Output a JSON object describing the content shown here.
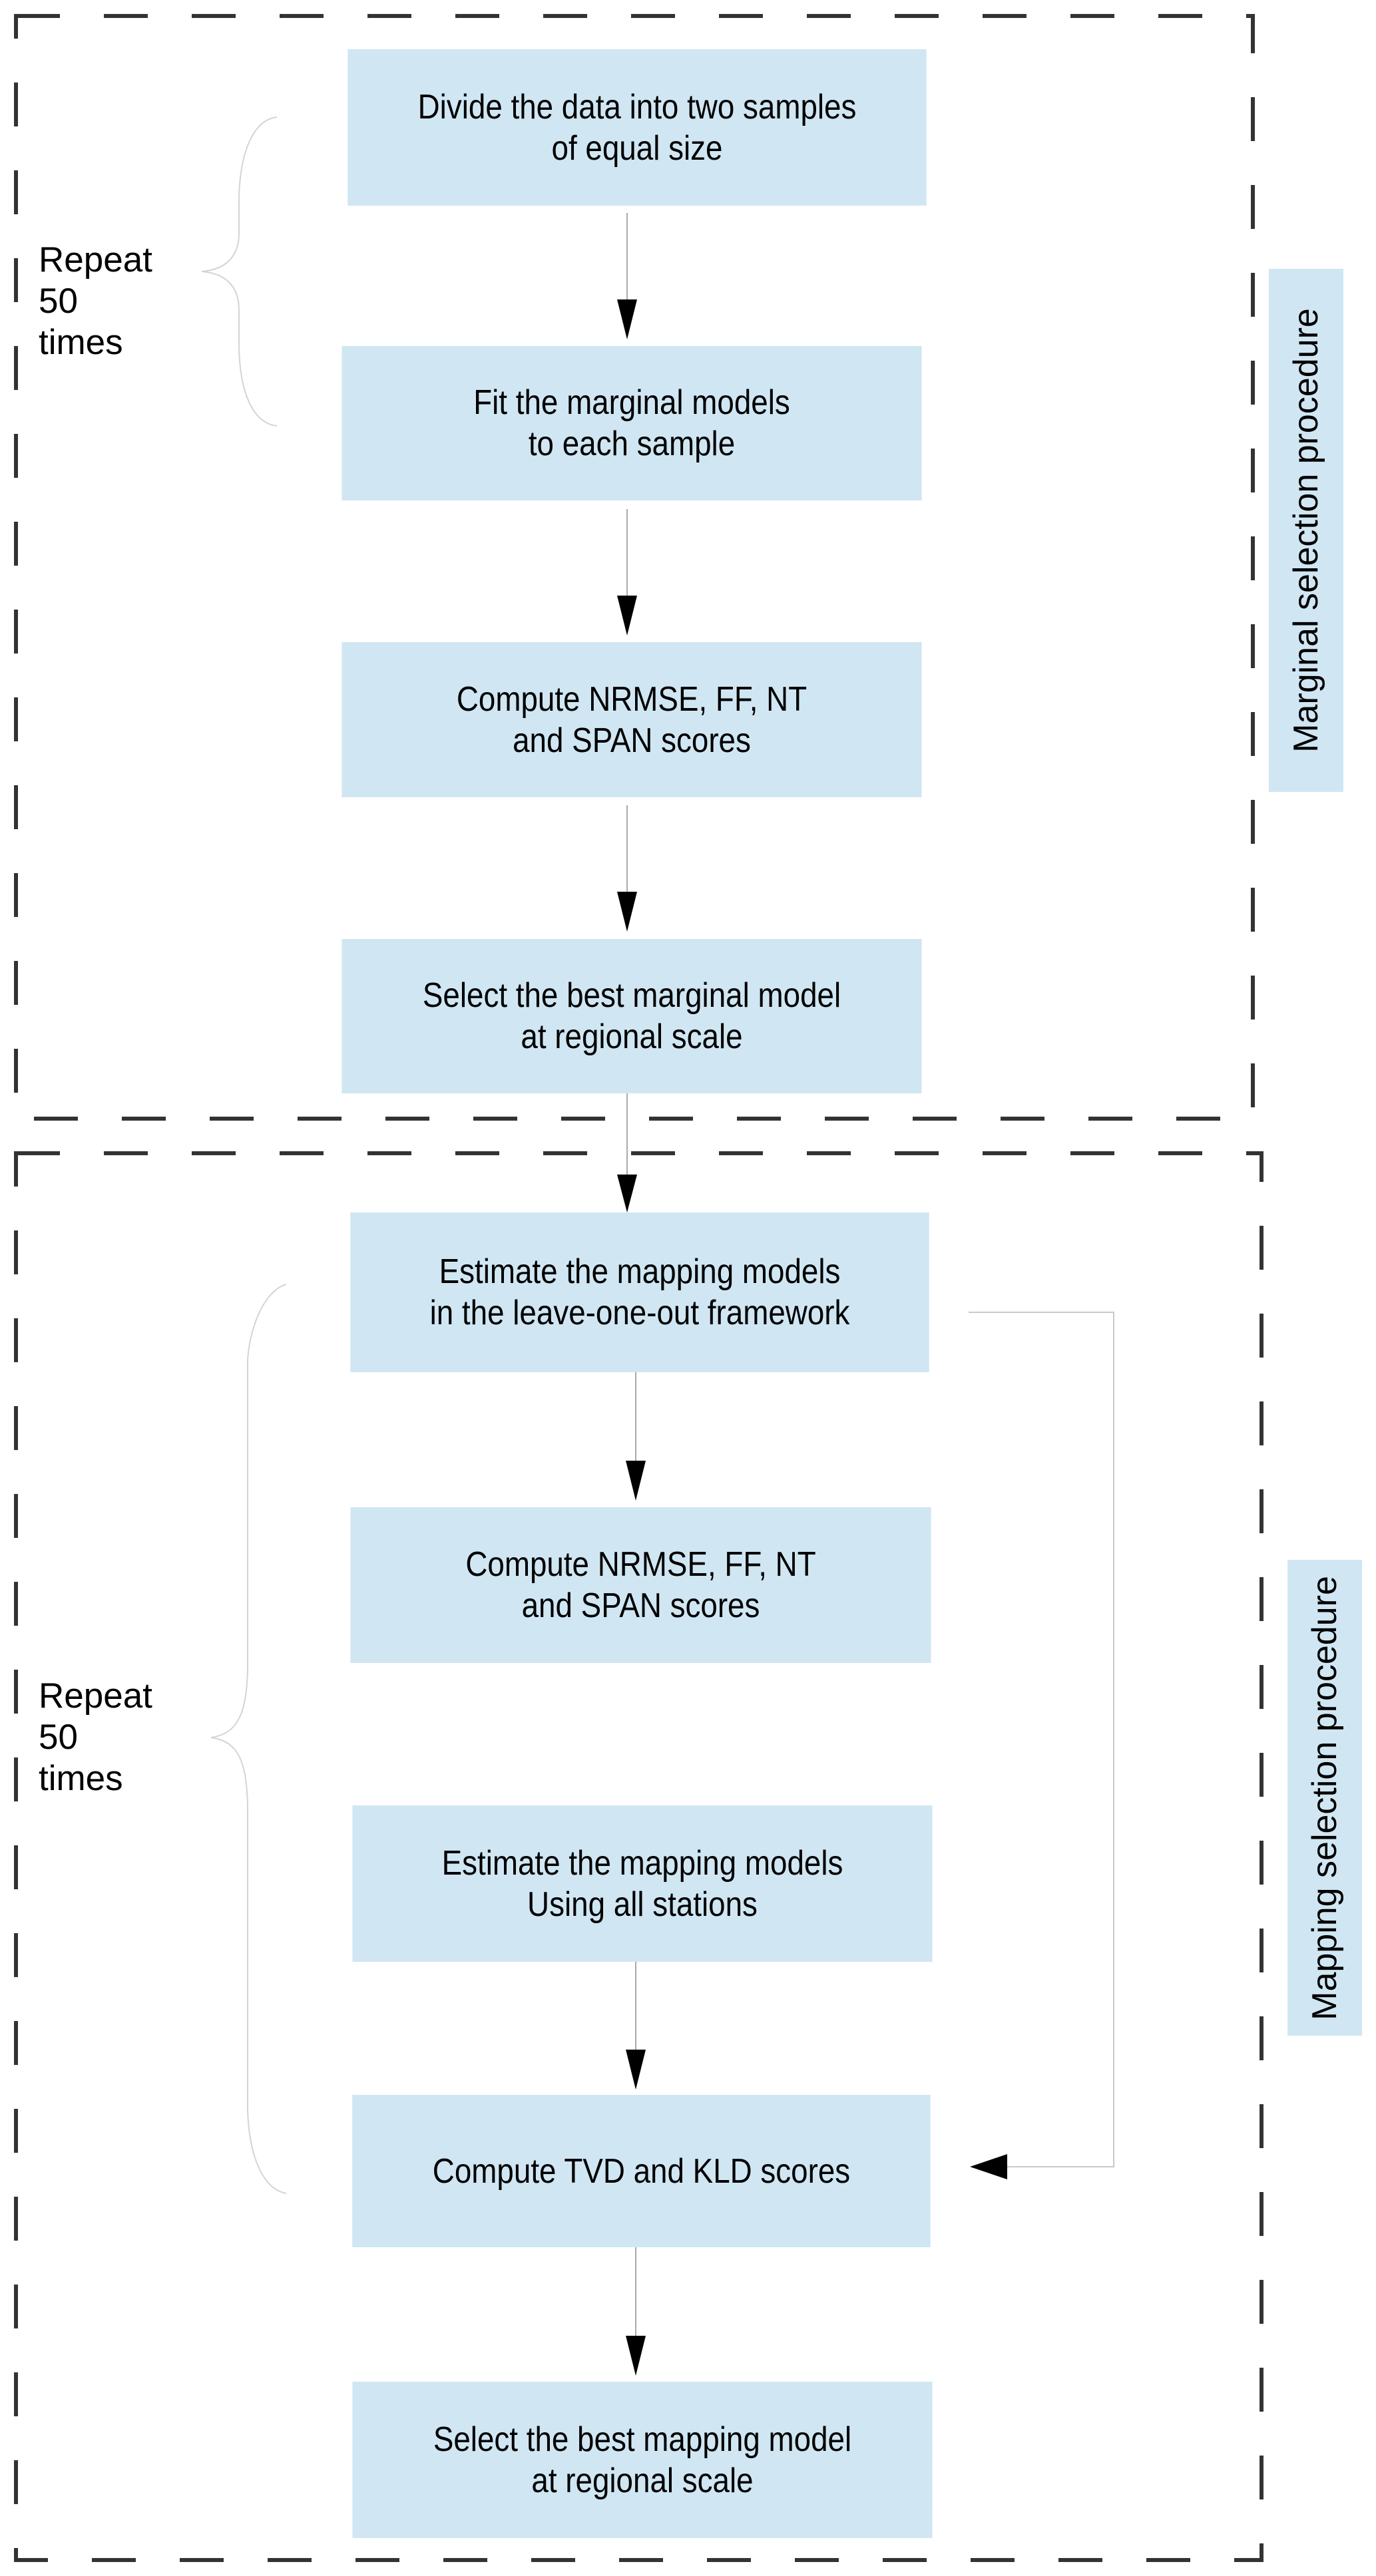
{
  "sections": [
    {
      "label": "Marginal selection procedure",
      "repeat_note": [
        "Repeat",
        "50",
        "times"
      ],
      "steps": [
        {
          "lines": [
            "Divide the data into two samples",
            "of equal size"
          ]
        },
        {
          "lines": [
            "Fit the marginal models",
            "to each sample"
          ]
        },
        {
          "lines": [
            "Compute NRMSE, FF, NT",
            "and SPAN scores"
          ]
        },
        {
          "lines": [
            "Select the best marginal model",
            "at regional scale"
          ]
        }
      ]
    },
    {
      "label": "Mapping selection procedure",
      "repeat_note": [
        "Repeat",
        "50",
        "times"
      ],
      "steps": [
        {
          "lines": [
            "Estimate the mapping models",
            "in the leave-one-out framework"
          ]
        },
        {
          "lines": [
            "Compute NRMSE, FF, NT",
            "and SPAN scores"
          ]
        },
        {
          "lines": [
            "Estimate the mapping models",
            "Using all stations"
          ]
        },
        {
          "lines": [
            "Compute TVD and KLD scores"
          ]
        },
        {
          "lines": [
            "Select the best mapping model",
            "at regional scale"
          ]
        }
      ]
    }
  ],
  "colors": {
    "box_fill": "#d0e6f3",
    "frame_stroke": "#333333",
    "connector": "#aaaaaa",
    "brace": "#d4d4d4",
    "arrowhead": "#000000"
  }
}
